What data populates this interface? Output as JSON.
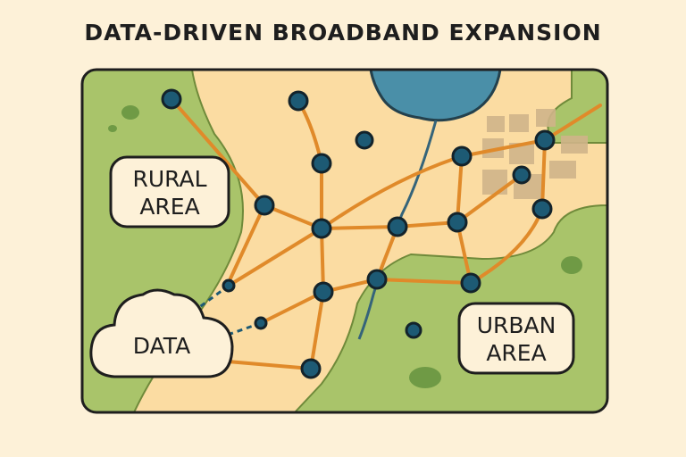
{
  "title": "DATA-DRIVEN BROADBAND EXPANSION",
  "labels": {
    "rural": [
      "RURAL",
      "AREA"
    ],
    "urban": [
      "URBAN",
      "AREA"
    ],
    "data": "DATA"
  },
  "colors": {
    "background": "#fdf1d8",
    "land_green": "#a9c46a",
    "land_beige": "#fbdca2",
    "water": "#4a8fa8",
    "fiber": "#e08a2a",
    "node": "#1d5a74"
  }
}
